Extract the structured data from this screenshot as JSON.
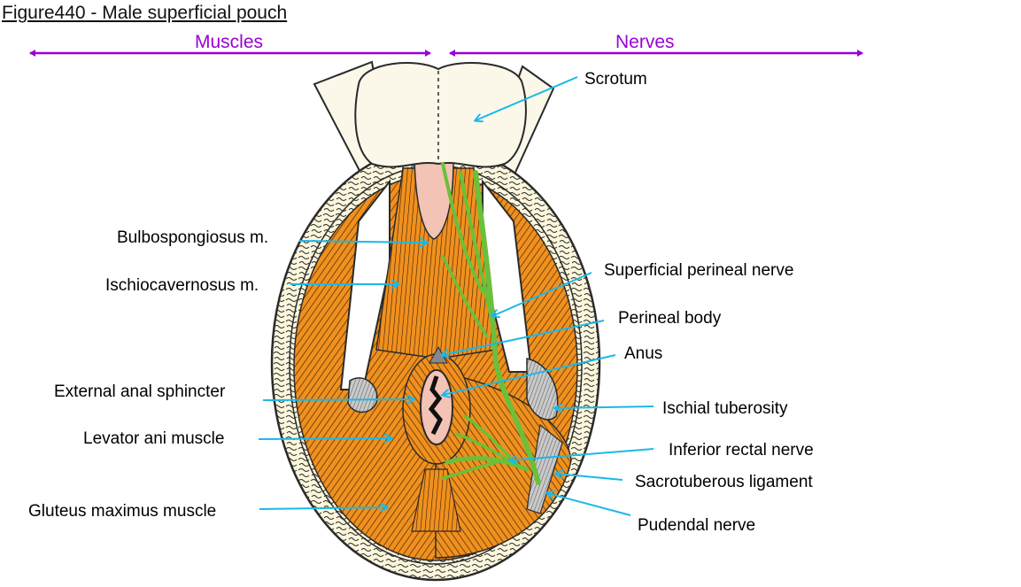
{
  "figure": {
    "title": "Figure440 - Male superficial pouch"
  },
  "sections": {
    "muscles": "Muscles",
    "nerves": "Nerves"
  },
  "colors": {
    "section_color": "#9b00d6",
    "leader_color": "#1cb8e8",
    "muscle_color": "#f0901e",
    "nerve_color": "#6cbf3a",
    "fat_color": "#fbf6dc",
    "mucosa_color": "#f3c3b5",
    "bone_color": "#c8c8c8"
  },
  "labels_left": [
    {
      "id": "bulbospongiosus",
      "text": "Bulbospongiosus m."
    },
    {
      "id": "ischiocavernosus",
      "text": "Ischiocavernosus m."
    },
    {
      "id": "external-anal-sphincter",
      "text": "External anal sphincter"
    },
    {
      "id": "levator-ani",
      "text": "Levator ani muscle"
    },
    {
      "id": "gluteus-maximus",
      "text": "Gluteus maximus muscle"
    }
  ],
  "labels_right": [
    {
      "id": "scrotum",
      "text": "Scrotum"
    },
    {
      "id": "superficial-perineal-nerve",
      "text": "Superficial perineal nerve"
    },
    {
      "id": "perineal-body",
      "text": "Perineal body"
    },
    {
      "id": "anus",
      "text": "Anus"
    },
    {
      "id": "ischial-tuberosity",
      "text": "Ischial tuberosity"
    },
    {
      "id": "inferior-rectal-nerve",
      "text": "Inferior rectal nerve"
    },
    {
      "id": "sacrotuberous-ligament",
      "text": "Sacrotuberous ligament"
    },
    {
      "id": "pudendal-nerve",
      "text": "Pudendal nerve"
    }
  ]
}
